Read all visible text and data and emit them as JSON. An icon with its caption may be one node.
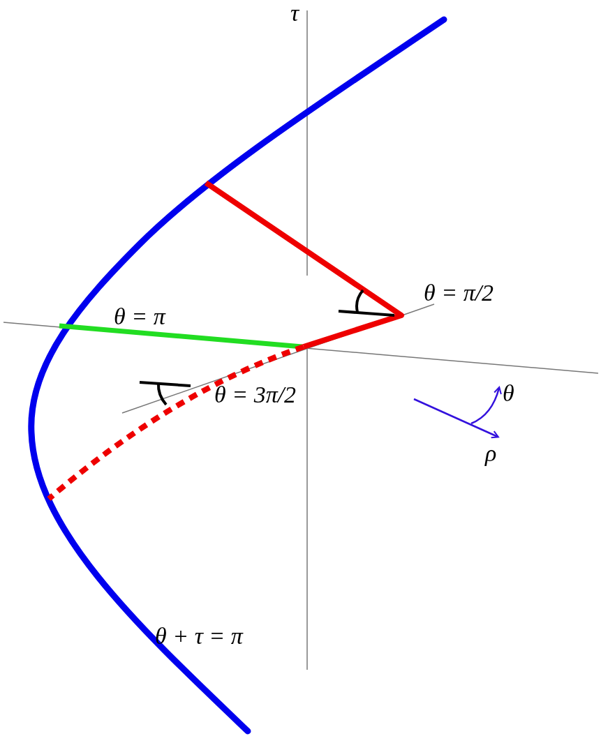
{
  "diagram": {
    "labels": [
      "τ",
      "θ = π/2",
      "θ = π",
      "θ = 3π/2",
      "θ",
      "ρ",
      "θ + τ = π"
    ]
  }
}
